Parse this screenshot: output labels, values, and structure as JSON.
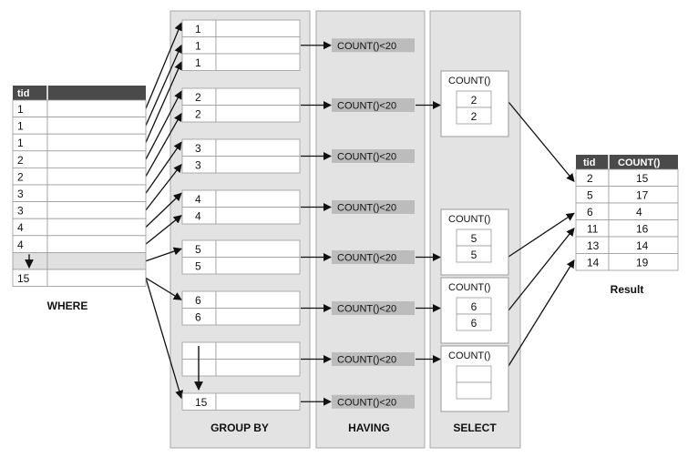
{
  "where": {
    "label": "WHERE",
    "header": [
      "tid",
      ""
    ],
    "rows": [
      "1",
      "1",
      "1",
      "2",
      "2",
      "3",
      "3",
      "4",
      "4",
      "",
      "15"
    ]
  },
  "group_by": {
    "label": "GROUP BY",
    "groups": [
      [
        "1",
        "1",
        "1"
      ],
      [
        "2",
        "2"
      ],
      [
        "3",
        "3"
      ],
      [
        "4",
        "4"
      ],
      [
        "5",
        "5"
      ],
      [
        "6",
        "6"
      ],
      [
        "",
        ""
      ],
      [
        "15"
      ]
    ]
  },
  "having": {
    "label": "HAVING",
    "condition": "COUNT()<20"
  },
  "select": {
    "label": "SELECT",
    "box_title": "COUNT()",
    "boxes": [
      [
        "2",
        "2"
      ],
      [
        "5",
        "5"
      ],
      [
        "6",
        "6"
      ],
      [
        "",
        ""
      ]
    ]
  },
  "result": {
    "label": "Result",
    "headers": [
      "tid",
      "COUNT()"
    ],
    "rows": [
      [
        "2",
        "15"
      ],
      [
        "5",
        "17"
      ],
      [
        "6",
        "4"
      ],
      [
        "11",
        "16"
      ],
      [
        "13",
        "14"
      ],
      [
        "14",
        "19"
      ]
    ]
  },
  "colors": {
    "panel": "#e3e3e3",
    "panel_border": "#a8a8a8",
    "header": "#4a4a4a",
    "having_label": "#bcbcbc",
    "row_gray": "#e0e0e0",
    "line": "#111111"
  }
}
